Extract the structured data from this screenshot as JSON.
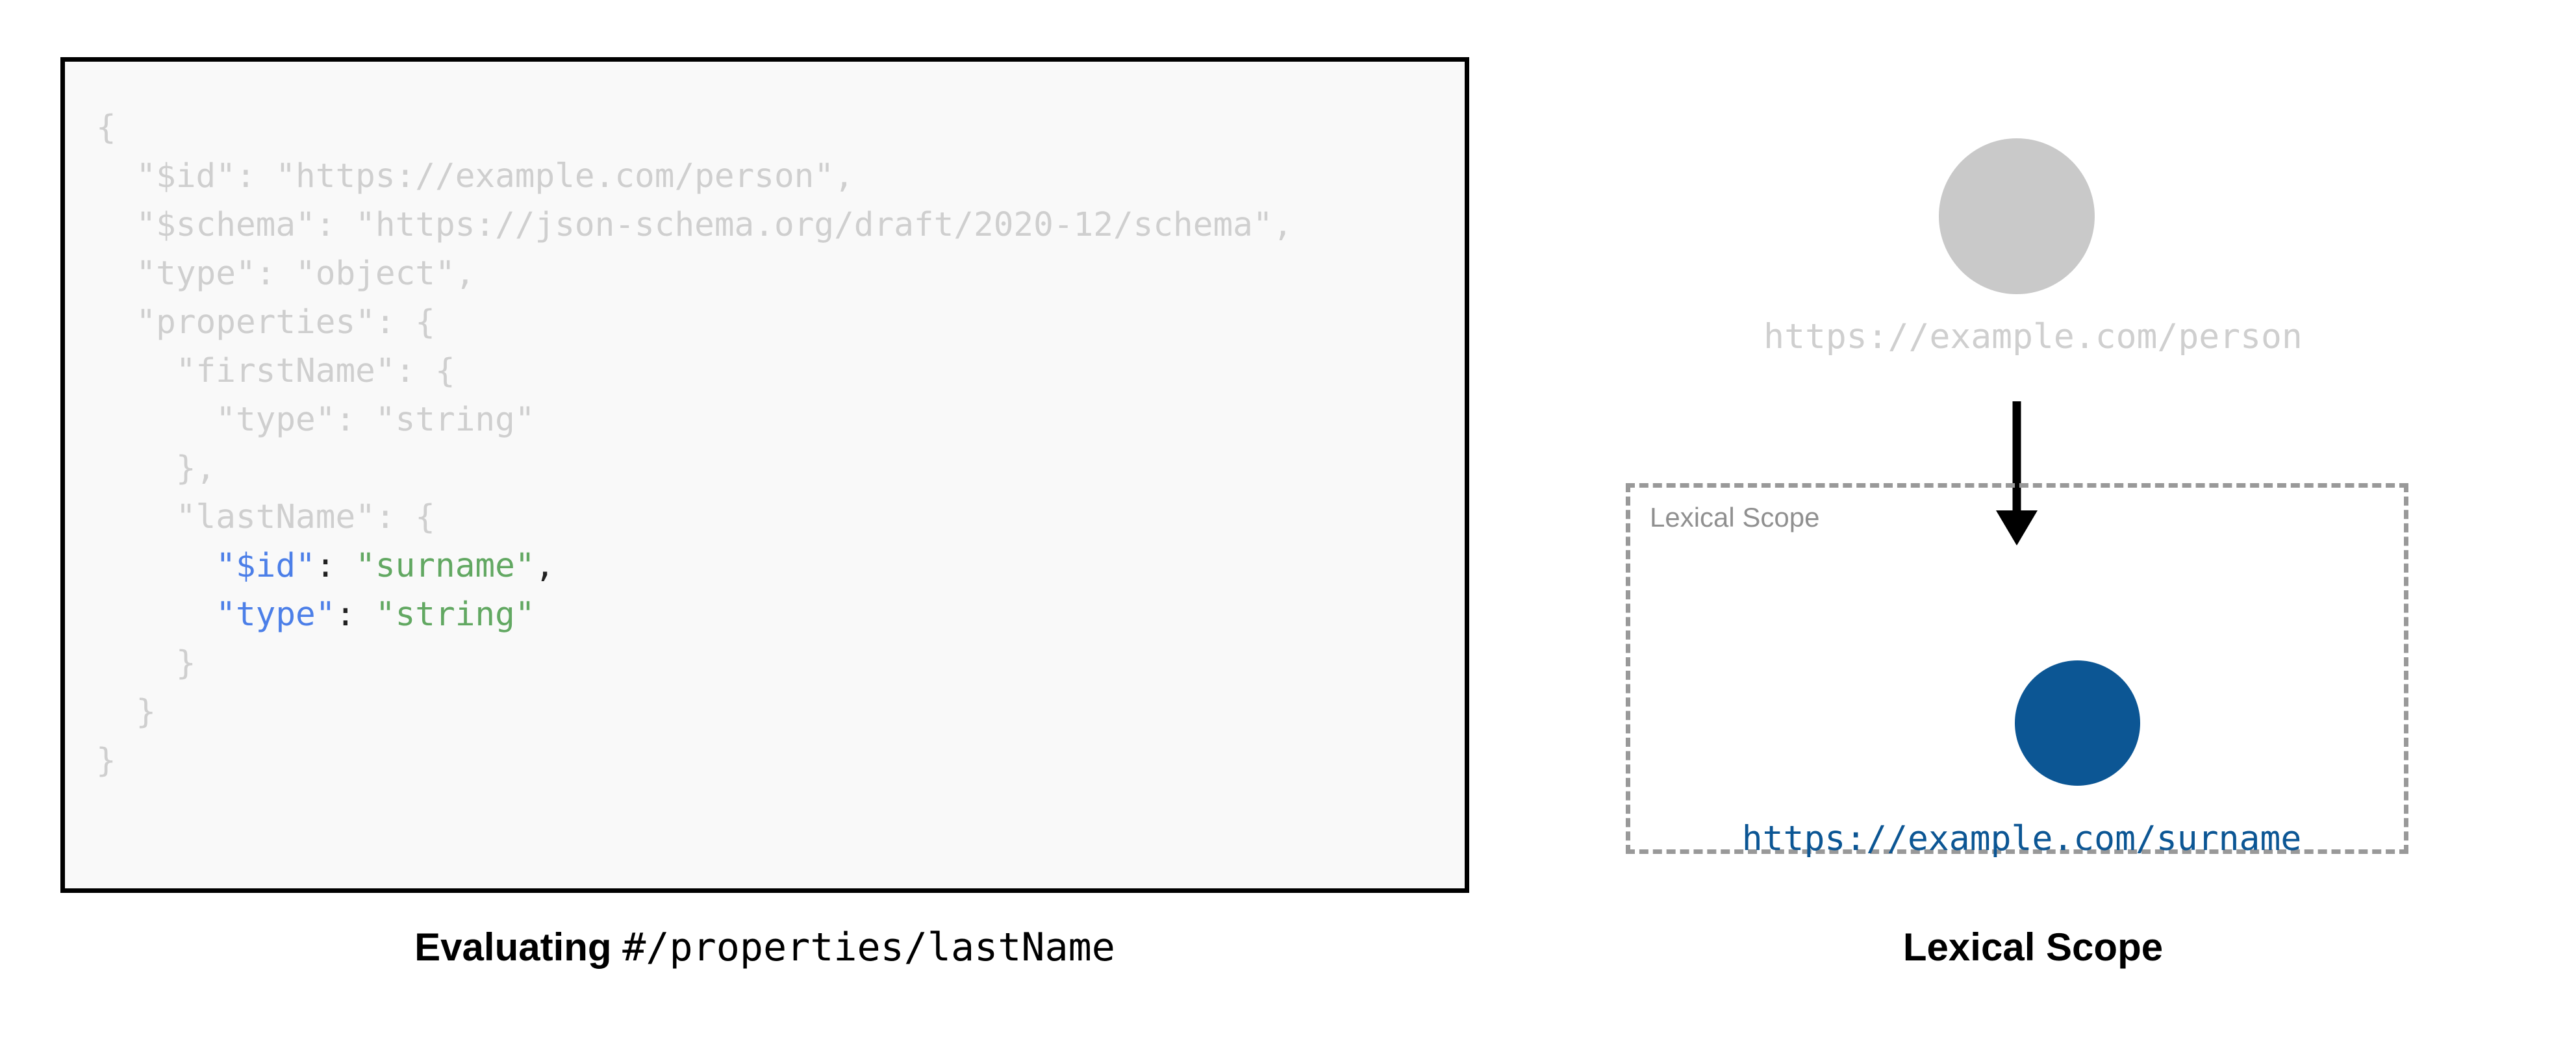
{
  "colors": {
    "dim_code": "#cfcfcf",
    "key_blue": "#4c7fe8",
    "string_green": "#62a862",
    "punctuation": "#222222",
    "node_inactive": "#c9c9c9",
    "node_active": "#0c5694",
    "scope_border": "#999999",
    "scope_label": "#909090",
    "code_box_bg": "#f9f9f9",
    "code_box_border": "#000000",
    "arrow": "#000000"
  },
  "left": {
    "code": {
      "lines": [
        {
          "indent": 0,
          "segments": [
            {
              "text": "{",
              "style": "dim"
            }
          ]
        },
        {
          "indent": 1,
          "segments": [
            {
              "text": "\"$id\": \"https://example.com/person\",",
              "style": "dim"
            }
          ]
        },
        {
          "indent": 1,
          "segments": [
            {
              "text": "\"$schema\": \"https://json-schema.org/draft/2020-12/schema\",",
              "style": "dim"
            }
          ]
        },
        {
          "indent": 1,
          "segments": [
            {
              "text": "\"type\": \"object\",",
              "style": "dim"
            }
          ]
        },
        {
          "indent": 1,
          "segments": [
            {
              "text": "\"properties\": {",
              "style": "dim"
            }
          ]
        },
        {
          "indent": 2,
          "segments": [
            {
              "text": "\"firstName\": {",
              "style": "dim"
            }
          ]
        },
        {
          "indent": 3,
          "segments": [
            {
              "text": "\"type\": \"string\"",
              "style": "dim"
            }
          ]
        },
        {
          "indent": 2,
          "segments": [
            {
              "text": "},",
              "style": "dim"
            }
          ]
        },
        {
          "indent": 2,
          "segments": [
            {
              "text": "\"lastName\": {",
              "style": "dim"
            }
          ]
        },
        {
          "indent": 3,
          "segments": [
            {
              "text": "\"$id\"",
              "style": "key"
            },
            {
              "text": ": ",
              "style": "punc"
            },
            {
              "text": "\"surname\"",
              "style": "str"
            },
            {
              "text": ",",
              "style": "punc"
            }
          ]
        },
        {
          "indent": 3,
          "segments": [
            {
              "text": "\"type\"",
              "style": "key"
            },
            {
              "text": ": ",
              "style": "punc"
            },
            {
              "text": "\"string\"",
              "style": "str"
            }
          ]
        },
        {
          "indent": 2,
          "segments": [
            {
              "text": "}",
              "style": "dim"
            }
          ]
        },
        {
          "indent": 1,
          "segments": [
            {
              "text": "}",
              "style": "dim"
            }
          ]
        },
        {
          "indent": 0,
          "segments": [
            {
              "text": "}",
              "style": "dim"
            }
          ]
        }
      ]
    },
    "caption": {
      "bold_text": "Evaluating ",
      "mono_text": "#/properties/lastName"
    }
  },
  "right": {
    "root_node": {
      "label": "https://example.com/person",
      "icon": "circle-node-inactive"
    },
    "arrow": {
      "icon": "arrow-down-icon"
    },
    "lexical_scope": {
      "inner_label": "Lexical Scope",
      "node": {
        "label": "https://example.com/surname",
        "icon": "circle-node-active"
      }
    },
    "caption": "Lexical Scope"
  }
}
